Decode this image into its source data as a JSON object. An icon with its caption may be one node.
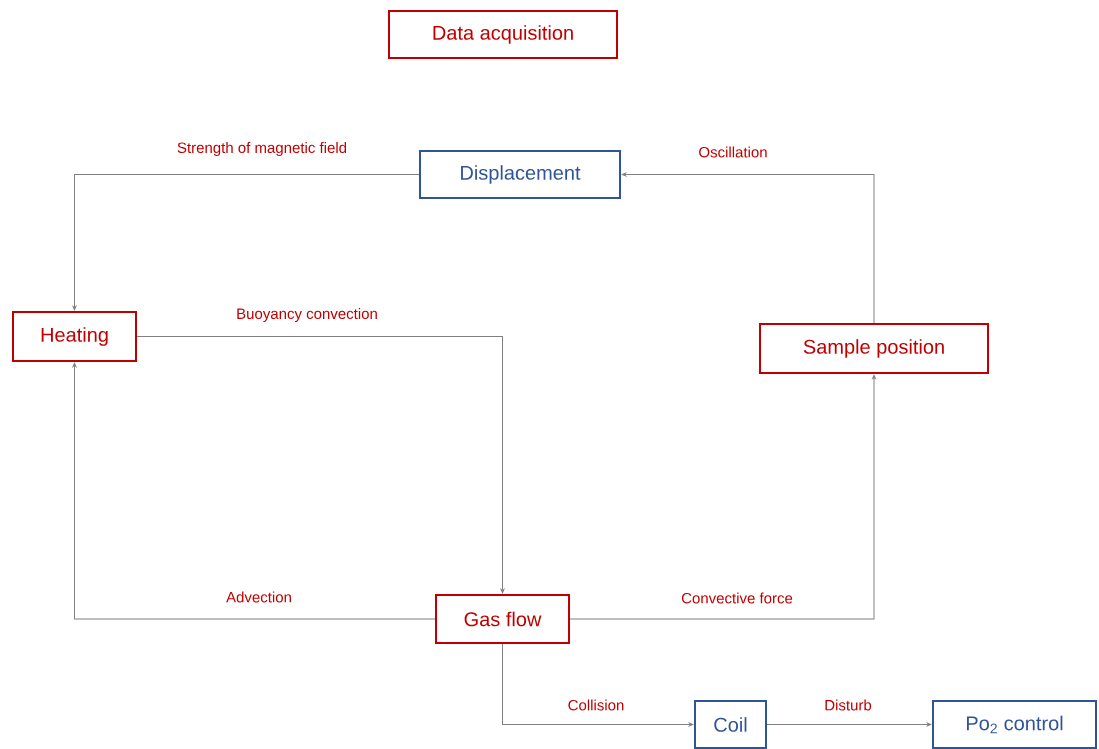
{
  "diagram": {
    "nodes": [
      {
        "text": [
          "Data acquisition"
        ]
      },
      {
        "text": [
          "Displacement"
        ]
      },
      {
        "text": [
          "Heating"
        ]
      },
      {
        "text": [
          "Sample position"
        ]
      },
      {
        "text": [
          "Gas flow"
        ]
      },
      {
        "text": [
          "Coil"
        ]
      },
      {
        "text": [
          "Po$_{2}$ control"
        ]
      }
    ],
    "edges": [
      {
        "from": 1,
        "to": 2,
        "arrow": "to",
        "label": "Strength of magnetic field"
      },
      {
        "from": 3,
        "to": 1,
        "arrow": "to",
        "label": "Oscillation"
      },
      {
        "from": 2,
        "to": 4,
        "arrow": "to",
        "label": "Buoyancy convection"
      },
      {
        "from": 4,
        "to": 2,
        "arrow": "to",
        "label": "Advection"
      },
      {
        "from": 4,
        "to": 3,
        "arrow": "to",
        "label": "Convective force"
      },
      {
        "from": 4,
        "to": 5,
        "arrow": "to",
        "label": "Collision"
      },
      {
        "from": 5,
        "to": 6,
        "arrow": "to",
        "label": "Disturb"
      }
    ]
  }
}
